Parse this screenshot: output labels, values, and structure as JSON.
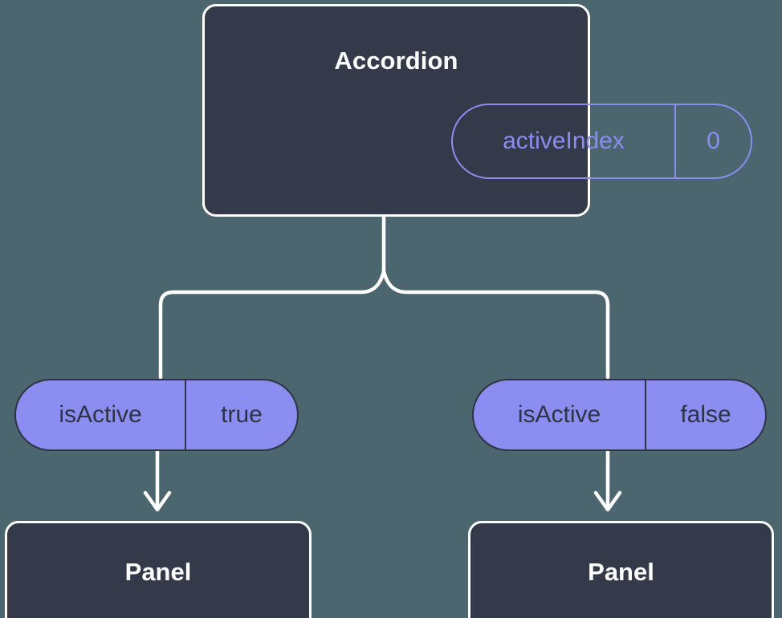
{
  "diagram": {
    "title_text": "Accordion",
    "background_color": "#4c6670",
    "node_fill_color": "#343a4a",
    "node_border_color": "#ffffff",
    "accent_color": "#8b8df0",
    "connector_color": "#ffffff"
  },
  "accordion": {
    "label": "Accordion",
    "state_badge": {
      "key": "activeIndex",
      "value": "0"
    }
  },
  "branches": [
    {
      "prop_badge": {
        "key": "isActive",
        "value": "true"
      },
      "child": {
        "label": "Panel"
      },
      "arrow": "arrow-down-icon"
    },
    {
      "prop_badge": {
        "key": "isActive",
        "value": "false"
      },
      "child": {
        "label": "Panel"
      },
      "arrow": "arrow-down-icon"
    }
  ]
}
